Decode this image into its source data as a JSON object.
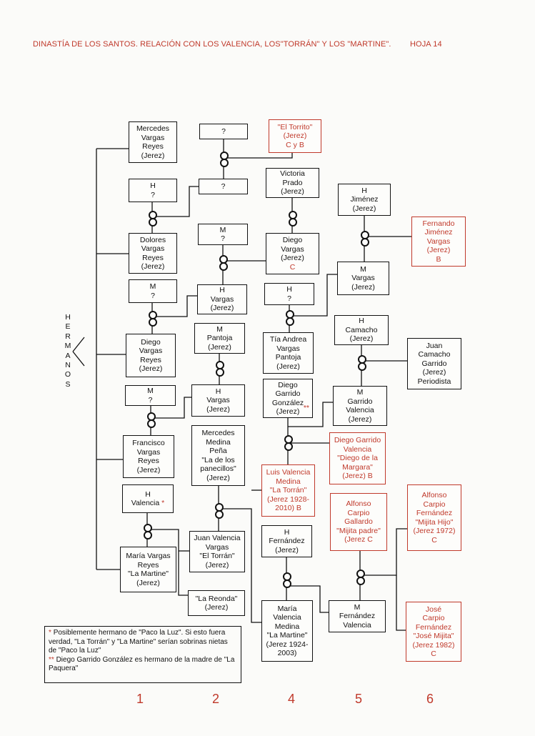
{
  "header": {
    "title": "DINASTÍA DE LOS SANTOS. RELACIÓN CON LOS VALENCIA, LOS\"TORRÁN\" Y LOS \"MARTINE\".",
    "sheet": "HOJA 14"
  },
  "boxes": {
    "mercedes_vargas": "Mercedes\nVargas\nReyes\n(Jerez)",
    "q1": "?",
    "el_torrito": "\"El Torrito\"\n(Jerez)\nC y B",
    "h_q1": "H\n?",
    "q2": "?",
    "victoria_prado": "Victoria\nPrado\n(Jerez)",
    "h_jimenez": "H\nJiménez\n(Jerez)",
    "fernando_jimenez": "Fernando\nJiménez\nVargas\n(Jerez)\nB",
    "dolores_vargas": "Dolores\nVargas\nReyes\n(Jerez)",
    "m_q1": "M\n?",
    "diego_vargas_jerez": "Diego\nVargas\n(Jerez)",
    "diego_vargas_jerez_tag": "C",
    "m_vargas": "M\nVargas\n(Jerez)",
    "m_q2": "M\n?",
    "h_vargas1": "H\nVargas\n(Jerez)",
    "h_q2": "H\n?",
    "diego_vargas_reyes": "Diego\nVargas\nReyes\n(Jerez)",
    "m_pantoja": "M\nPantoja\n(Jerez)",
    "tia_andrea": "Tía Andrea\nVargas\nPantoja\n(Jerez)",
    "h_camacho": "H\nCamacho\n(Jerez)",
    "juan_camacho": "Juan\nCamacho\nGarrido\n(Jerez)\nPeriodista",
    "m_q3": "M\n?",
    "h_vargas2": "H\nVargas\n(Jerez)",
    "diego_garrido_gonzalez": "Diego\nGarrido\nGonzález\n(Jerez)",
    "diego_garrido_gonzalez_mark": "**",
    "m_garrido": "M\nGarrido\nValencia\n(Jerez)",
    "francisco_vargas": "Francisco\nVargas\nReyes\n(Jerez)",
    "mercedes_medina": "Mercedes\nMedina\nPeña\n\"La de los\npanecillos\"\n(Jerez)",
    "diego_garrido_valencia": "Diego Garrido\nValencia\n\"Diego de la\nMargara\"\n(Jerez) B",
    "h_valencia": "H\nValencia",
    "h_valencia_mark": "*",
    "luis_valencia": "Luis Valencia\nMedina\n\"La Torrán\"\n(Jerez 1928-\n2010) B",
    "alfonso_padre": "Alfonso\nCarpio\nGallardo\n\"Mijita padre\"\n(Jerez  C",
    "alfonso_hijo": "Alfonso\nCarpio\nFernández\n\"Mijita Hijo\"\n(Jerez 1972)\nC",
    "juan_valencia": "Juan Valencia\nVargas\n\"El Torrán\"\n(Jerez)",
    "h_fernandez": "H\nFernández\n(Jerez)",
    "maria_vargas": "María Vargas\nReyes\n\"La Martine\"\n(Jerez)",
    "la_reonda": "\"La Reonda\"\n(Jerez)",
    "maria_valencia": "María\nValencia\nMedina\n\"La Martine\"\n(Jerez 1924-\n2003)",
    "m_fernandez": "M\nFernández\nValencia",
    "jose_carpio": "José\nCarpio\nFernández\n\"José Mijita\"\n(Jerez 1982)\nC"
  },
  "hermanos_label": "HERMANOS",
  "legend": {
    "star1": "*",
    "line1": "Posiblemente hermano de \"Paco la Luz\". Si esto fuera verdad, \"La Torrán\" y \"La Martine\" serían sobrinas nietas de \"Paco la Luz\"",
    "star2": "**",
    "line2": "Diego Garrido González es hermano de la madre de \"La Paquera\""
  },
  "columns": [
    "1",
    "2",
    "4",
    "5",
    "6"
  ],
  "colors": {
    "accent_red": "#c0392b",
    "ink": "#111111"
  }
}
